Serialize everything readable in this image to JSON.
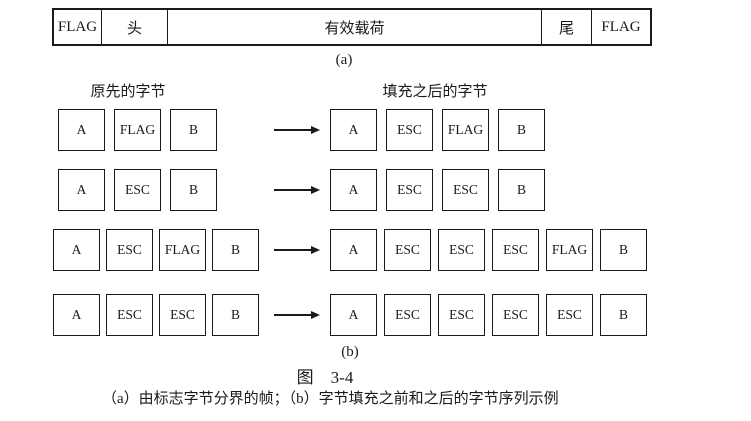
{
  "figure": {
    "part_a": {
      "cells": [
        "FLAG",
        "头",
        "有效载荷",
        "尾",
        "FLAG"
      ],
      "label": "(a)"
    },
    "part_b": {
      "left_title": "原先的字节",
      "right_title": "填充之后的字节",
      "rows": [
        {
          "original": [
            "A",
            "FLAG",
            "B"
          ],
          "stuffed": [
            "A",
            "ESC",
            "FLAG",
            "B"
          ]
        },
        {
          "original": [
            "A",
            "ESC",
            "B"
          ],
          "stuffed": [
            "A",
            "ESC",
            "ESC",
            "B"
          ]
        },
        {
          "original": [
            "A",
            "ESC",
            "FLAG",
            "B"
          ],
          "stuffed": [
            "A",
            "ESC",
            "ESC",
            "ESC",
            "FLAG",
            "B"
          ]
        },
        {
          "original": [
            "A",
            "ESC",
            "ESC",
            "B"
          ],
          "stuffed": [
            "A",
            "ESC",
            "ESC",
            "ESC",
            "ESC",
            "B"
          ]
        }
      ],
      "label": "(b)"
    },
    "caption_title": "图　3-4",
    "caption_subtitle": "（a）由标志字节分界的帧；（b）字节填充之前和之后的字节序列示例"
  },
  "colors": {
    "ink": "#1a1a1a",
    "background": "#ffffff"
  }
}
